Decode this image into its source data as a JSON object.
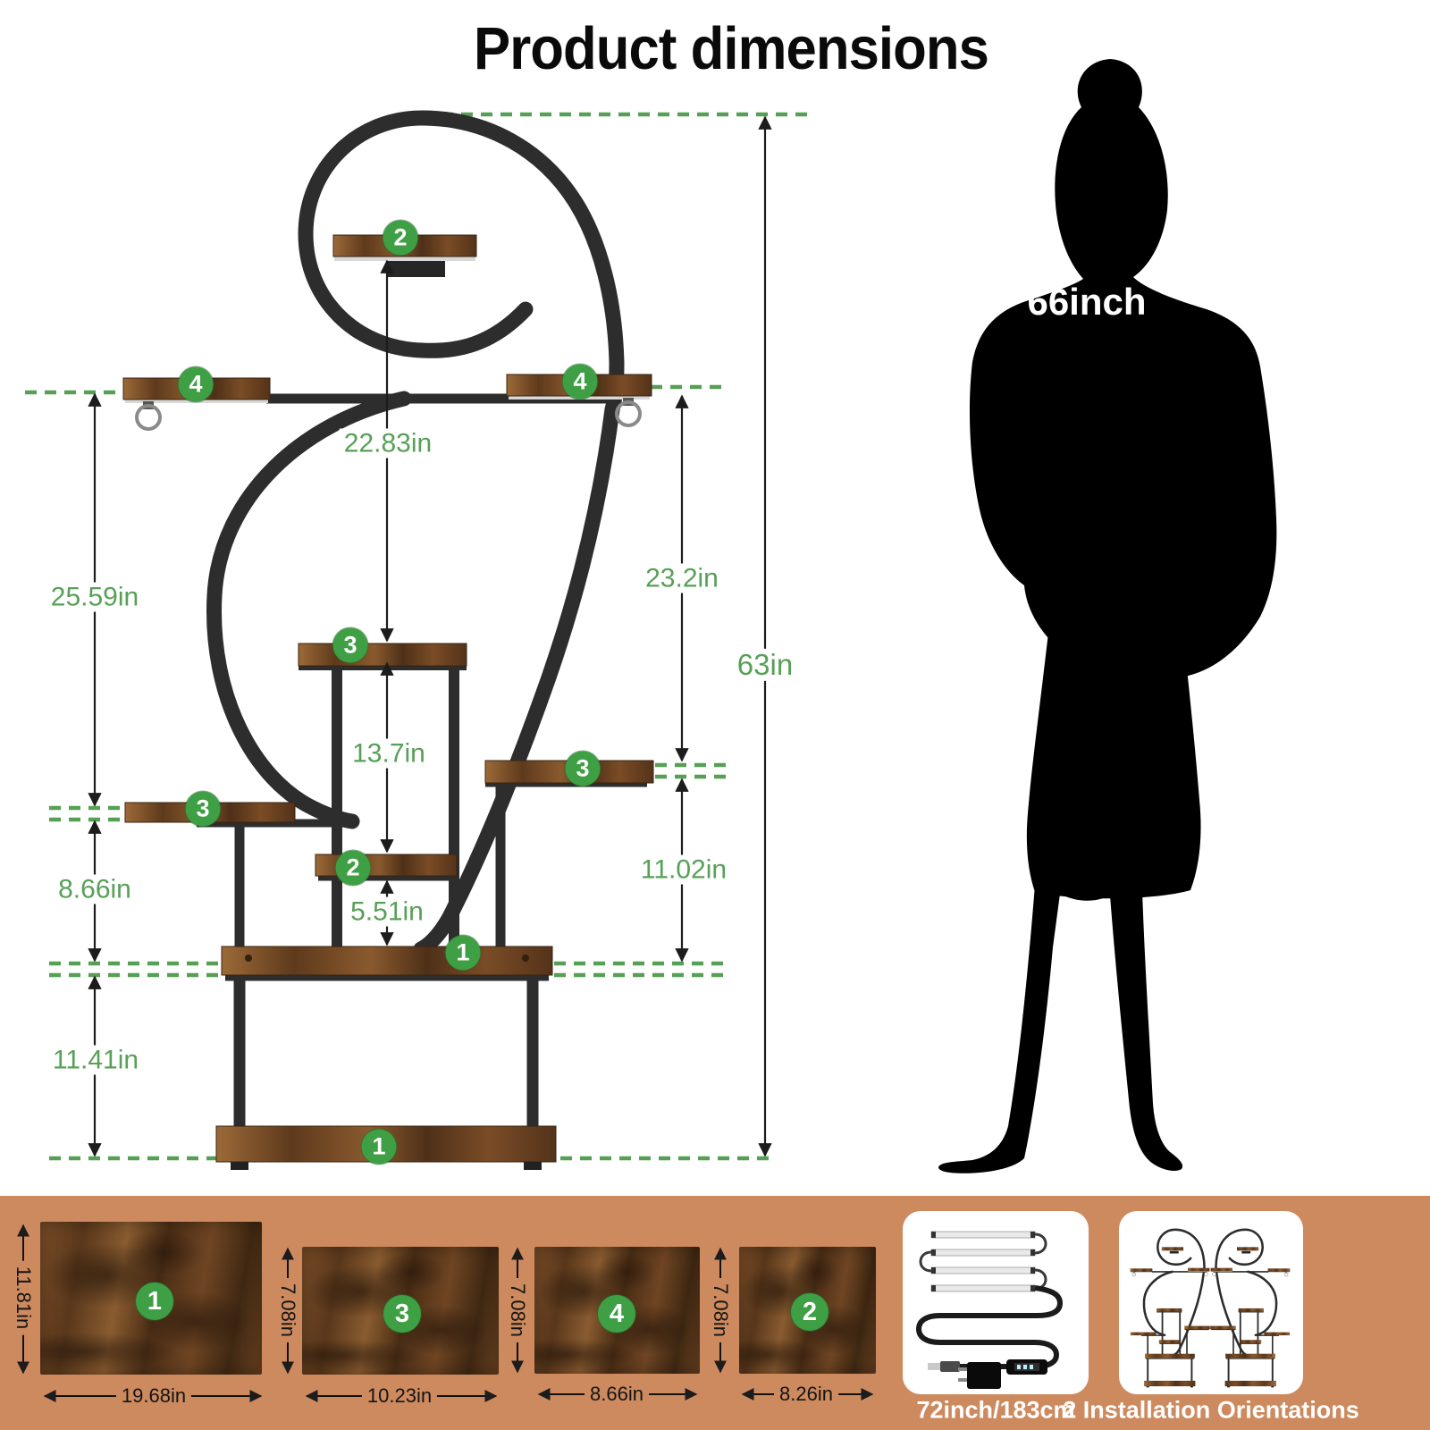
{
  "title": "Product dimensions",
  "person": {
    "height": "66inch"
  },
  "dims": {
    "left": [
      "25.59in",
      "8.66in",
      "11.41in"
    ],
    "center": [
      "22.83in",
      "13.7in",
      "5.51in"
    ],
    "right": [
      "23.2in",
      "11.02in"
    ],
    "total": "63in"
  },
  "badges": [
    "2",
    "4",
    "4",
    "3",
    "3",
    "3",
    "2",
    "1",
    "1"
  ],
  "panels": [
    {
      "num": "1",
      "width": "19.68in",
      "height": "11.81in"
    },
    {
      "num": "3",
      "width": "10.23in",
      "height": "7.08in"
    },
    {
      "num": "4",
      "width": "8.66in",
      "height": "7.08in"
    },
    {
      "num": "2",
      "width": "8.26in",
      "height": "7.08in"
    }
  ],
  "cards": [
    {
      "caption": "72inch/183cm"
    },
    {
      "caption": "2 Installation Orientations"
    }
  ],
  "colors": {
    "accent_green": "#57a057",
    "badge_green": "#3f9f44",
    "band_orange": "#cd8a5f",
    "dash_green": "#55a055"
  }
}
